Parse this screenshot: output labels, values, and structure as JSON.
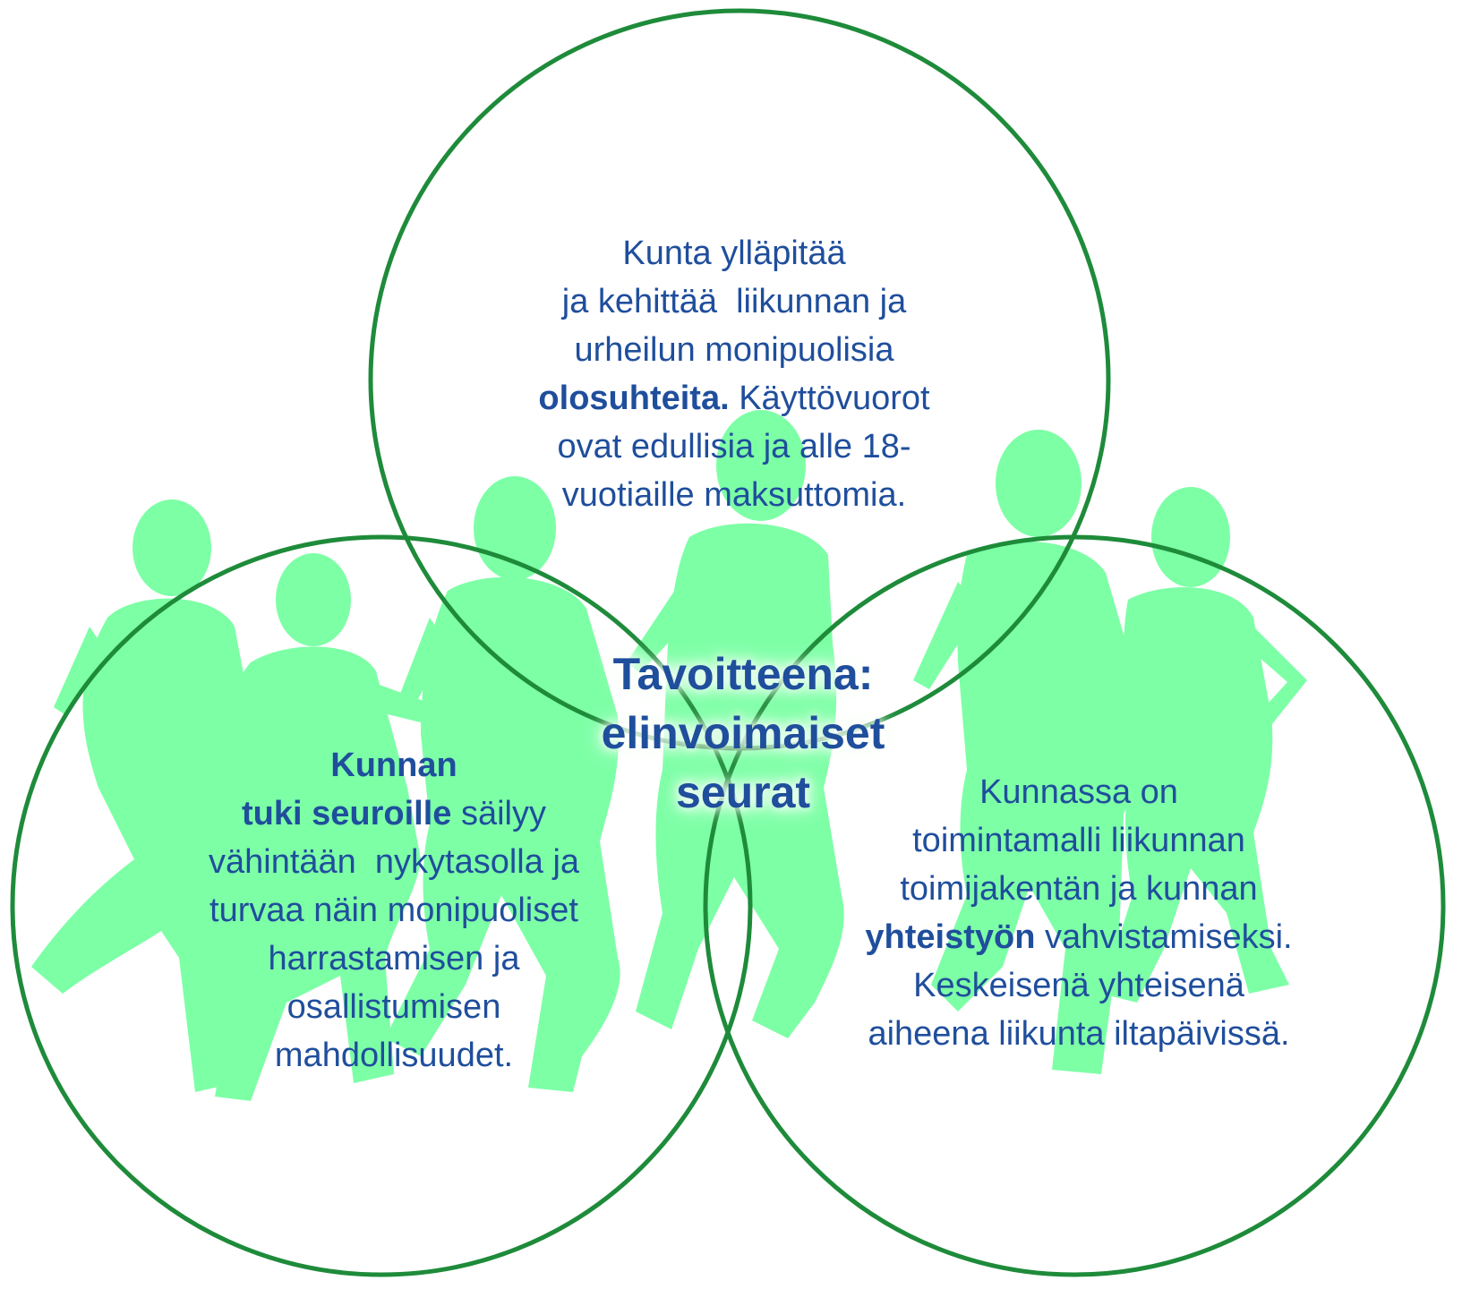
{
  "colors": {
    "circle_stroke": "#1e8b3a",
    "silhouette_fill": "#7dffa6",
    "text": "#1f4e9c",
    "background": "#ffffff"
  },
  "icons": [
    "runner-silhouette-icon"
  ],
  "center": {
    "line1": "Tavoitteena:",
    "line2": "elinvoimaiset",
    "line3": "seurat"
  },
  "top_circle": {
    "line1": "Kunta ylläpitää",
    "line2": "ja kehittää  liikunnan ja",
    "line3": "urheilun monipuolisia",
    "line4_bold": "olosuhteita.",
    "line4_rest": " Käyttövuorot",
    "line5": "ovat edullisia ja alle 18-",
    "line6": "vuotiaille maksuttomia."
  },
  "left_circle": {
    "line1_bold": "Kunnan",
    "line2_bold": "tuki seuroille",
    "line2_rest": " säilyy",
    "line3": "vähintään  nykytasolla ja",
    "line4": "turvaa näin monipuoliset",
    "line5": "harrastamisen ja",
    "line6": "osallistumisen",
    "line7": "mahdollisuudet."
  },
  "right_circle": {
    "line1": "Kunnassa on",
    "line2": "toimintamalli liikunnan",
    "line3": "toimijakentän ja kunnan",
    "line4_bold": "yhteistyön",
    "line4_rest": " vahvistamiseksi.",
    "line5": "Keskeisenä yhteisenä",
    "line6": "aiheena liikunta iltapäivissä."
  }
}
